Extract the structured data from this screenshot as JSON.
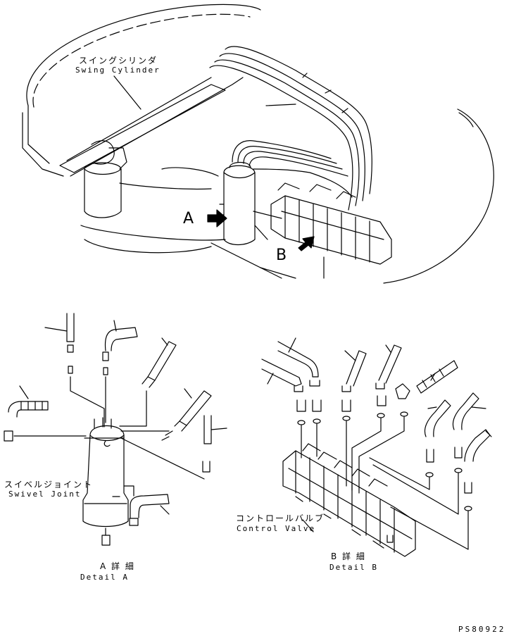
{
  "labels": {
    "swing_cylinder_jp": "スイングシリンダ",
    "swing_cylinder_en": "Swing Cylinder",
    "view_a": "A",
    "view_b": "B",
    "swivel_joint_jp": "スイベルジョイント",
    "swivel_joint_en": "Swivel Joint",
    "control_valve_jp": "コントロールバルブ",
    "control_valve_en": "Control Valve",
    "detail_a_jp": "A 詳 細",
    "detail_a_en": "Detail A",
    "detail_b_jp": "B 詳 細",
    "detail_b_en": "Detail B"
  },
  "drawing_code": "PS80922"
}
